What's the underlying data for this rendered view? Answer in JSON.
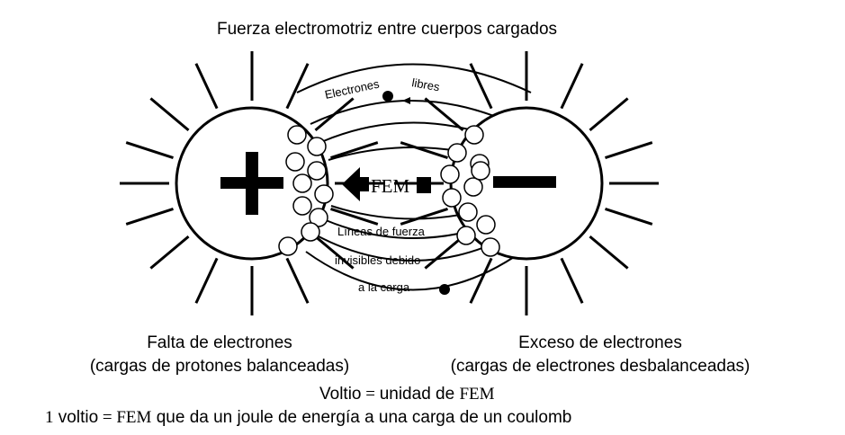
{
  "title": "Fuerza electromotriz entre cuerpos cargados",
  "labels": {
    "electrones": "Electrones",
    "libres": "libres",
    "fem": "FEM",
    "lineas_1": "Líneas de fuerza",
    "lineas_2": "invisibles debido",
    "lineas_3": "a la carga",
    "plus_sign": "+",
    "minus_sign": "−"
  },
  "left_caption": {
    "line1": "Falta de electrones",
    "line2": "(cargas de protones balanceadas)"
  },
  "right_caption": {
    "line1": "Exceso de electrones",
    "line2": "(cargas de electrones desbalanceadas)"
  },
  "footer": {
    "line1_a": "Voltio",
    "line1_eq": " = ",
    "line1_b": "unidad de ",
    "line1_fem": "FEM",
    "line2_num": "1",
    "line2_a": " voltio",
    "line2_eq": " = ",
    "line2_fem": "FEM",
    "line2_b": " que da un joule de energía a una carga de un coulomb"
  },
  "colors": {
    "ink": "#000000",
    "background": "#ffffff"
  }
}
